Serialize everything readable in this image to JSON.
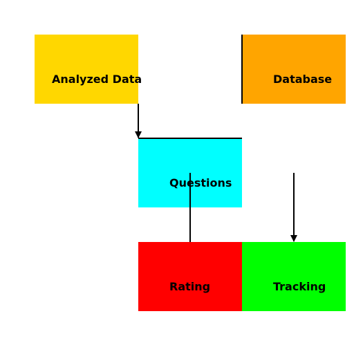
{
  "nodes": {
    "analyzed_data": {
      "label": "Analyzed Data",
      "color": "#FFD700"
    },
    "database": {
      "label": "Database",
      "color": "#FFA500"
    },
    "questions": {
      "label": "Questions",
      "color": "#00FFFF"
    },
    "rating": {
      "label": "Rating",
      "color": "#FF0000"
    },
    "tracking": {
      "label": "Tracking",
      "color": "#00FF00"
    }
  },
  "edge_color": "#000000"
}
